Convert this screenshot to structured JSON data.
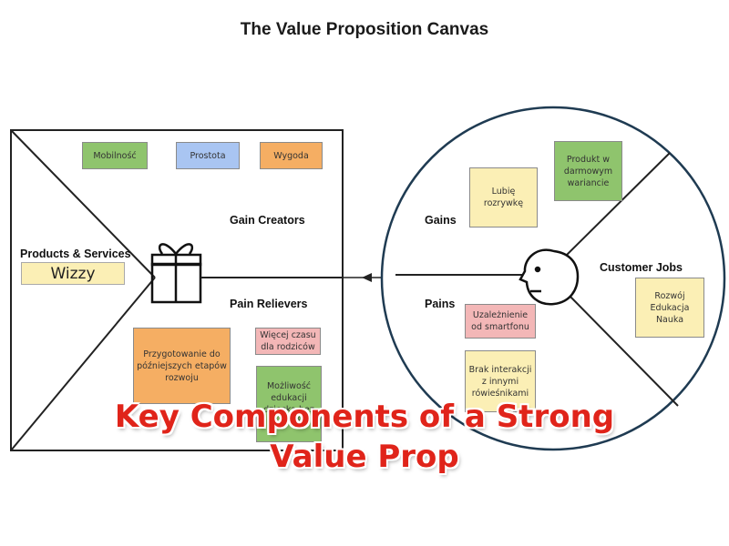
{
  "title": "The Value Proposition Canvas",
  "left_square": {
    "products_label": "Products & Services",
    "product_name": "Wizzy",
    "gain_creators_label": "Gain Creators",
    "pain_relievers_label": "Pain Relievers",
    "gain_creator_notes": [
      {
        "text": "Mobilność",
        "color": "#8fc46d"
      },
      {
        "text": "Prostota",
        "color": "#a9c5f2"
      },
      {
        "text": "Wygoda",
        "color": "#f5ae63"
      }
    ],
    "pain_reliever_notes": [
      {
        "text": "Przygotowanie do\npóźniejszych etapów\nrozwoju",
        "color": "#f5ae63"
      },
      {
        "text": "Więcej czasu\ndla rodziców",
        "color": "#f3b7b7"
      },
      {
        "text": "Możliwość\nedukacji\ndziecka bez\nrodziców",
        "color": "#8fc46d"
      }
    ]
  },
  "circle": {
    "gains_label": "Gains",
    "pains_label": "Pains",
    "customer_jobs_label": "Customer Jobs",
    "gain_notes": [
      {
        "text": "Lubię\nrozrywkę",
        "color": "#fbefb5"
      },
      {
        "text": "Produkt w\ndarmowym\nwariancie",
        "color": "#8fc46d"
      }
    ],
    "pain_notes": [
      {
        "text": "Uzależnienie\nod smartfonu",
        "color": "#f3b7b7"
      },
      {
        "text": "Brak interakcji\nz innymi\nrówieśnikami",
        "color": "#fbefb5"
      }
    ],
    "job_notes": [
      {
        "text": "Rozwój\nEdukacja\nNauka",
        "color": "#fbefb5"
      }
    ]
  },
  "overlay": {
    "line1": "Key Components of a Strong",
    "line2": "Value Prop"
  }
}
